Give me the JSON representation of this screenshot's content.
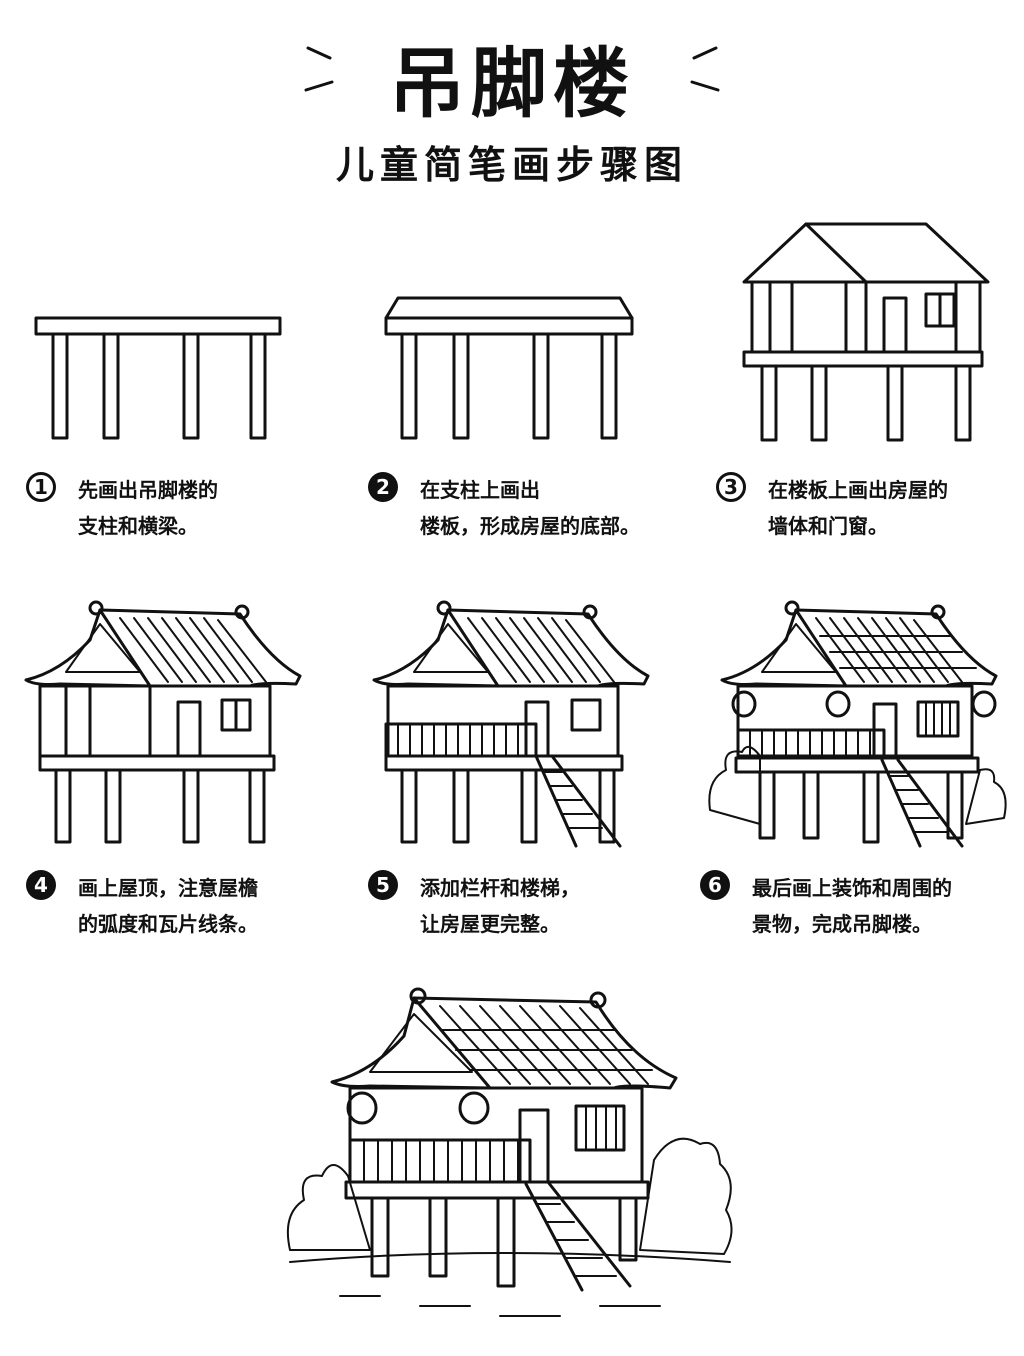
{
  "title": "吊脚楼",
  "subtitle": "儿童简笔画步骤图",
  "steps": [
    {
      "number": "1",
      "lines": [
        "先画出吊脚楼的",
        "支柱和横梁。"
      ]
    },
    {
      "number": "2",
      "lines": [
        "在支柱上画出",
        "楼板，形成房屋的底部。"
      ]
    },
    {
      "number": "3",
      "lines": [
        "在楼板上画出房屋的",
        "墙体和门窗。"
      ]
    },
    {
      "number": "4",
      "lines": [
        "画上屋顶，注意屋檐",
        "的弧度和瓦片线条。"
      ]
    },
    {
      "number": "5",
      "lines": [
        "添加栏杆和楼梯，",
        "让房屋更完整。"
      ]
    },
    {
      "number": "6",
      "lines": [
        "最后画上装饰和周围的",
        "景物，完成吊脚楼。"
      ]
    }
  ]
}
